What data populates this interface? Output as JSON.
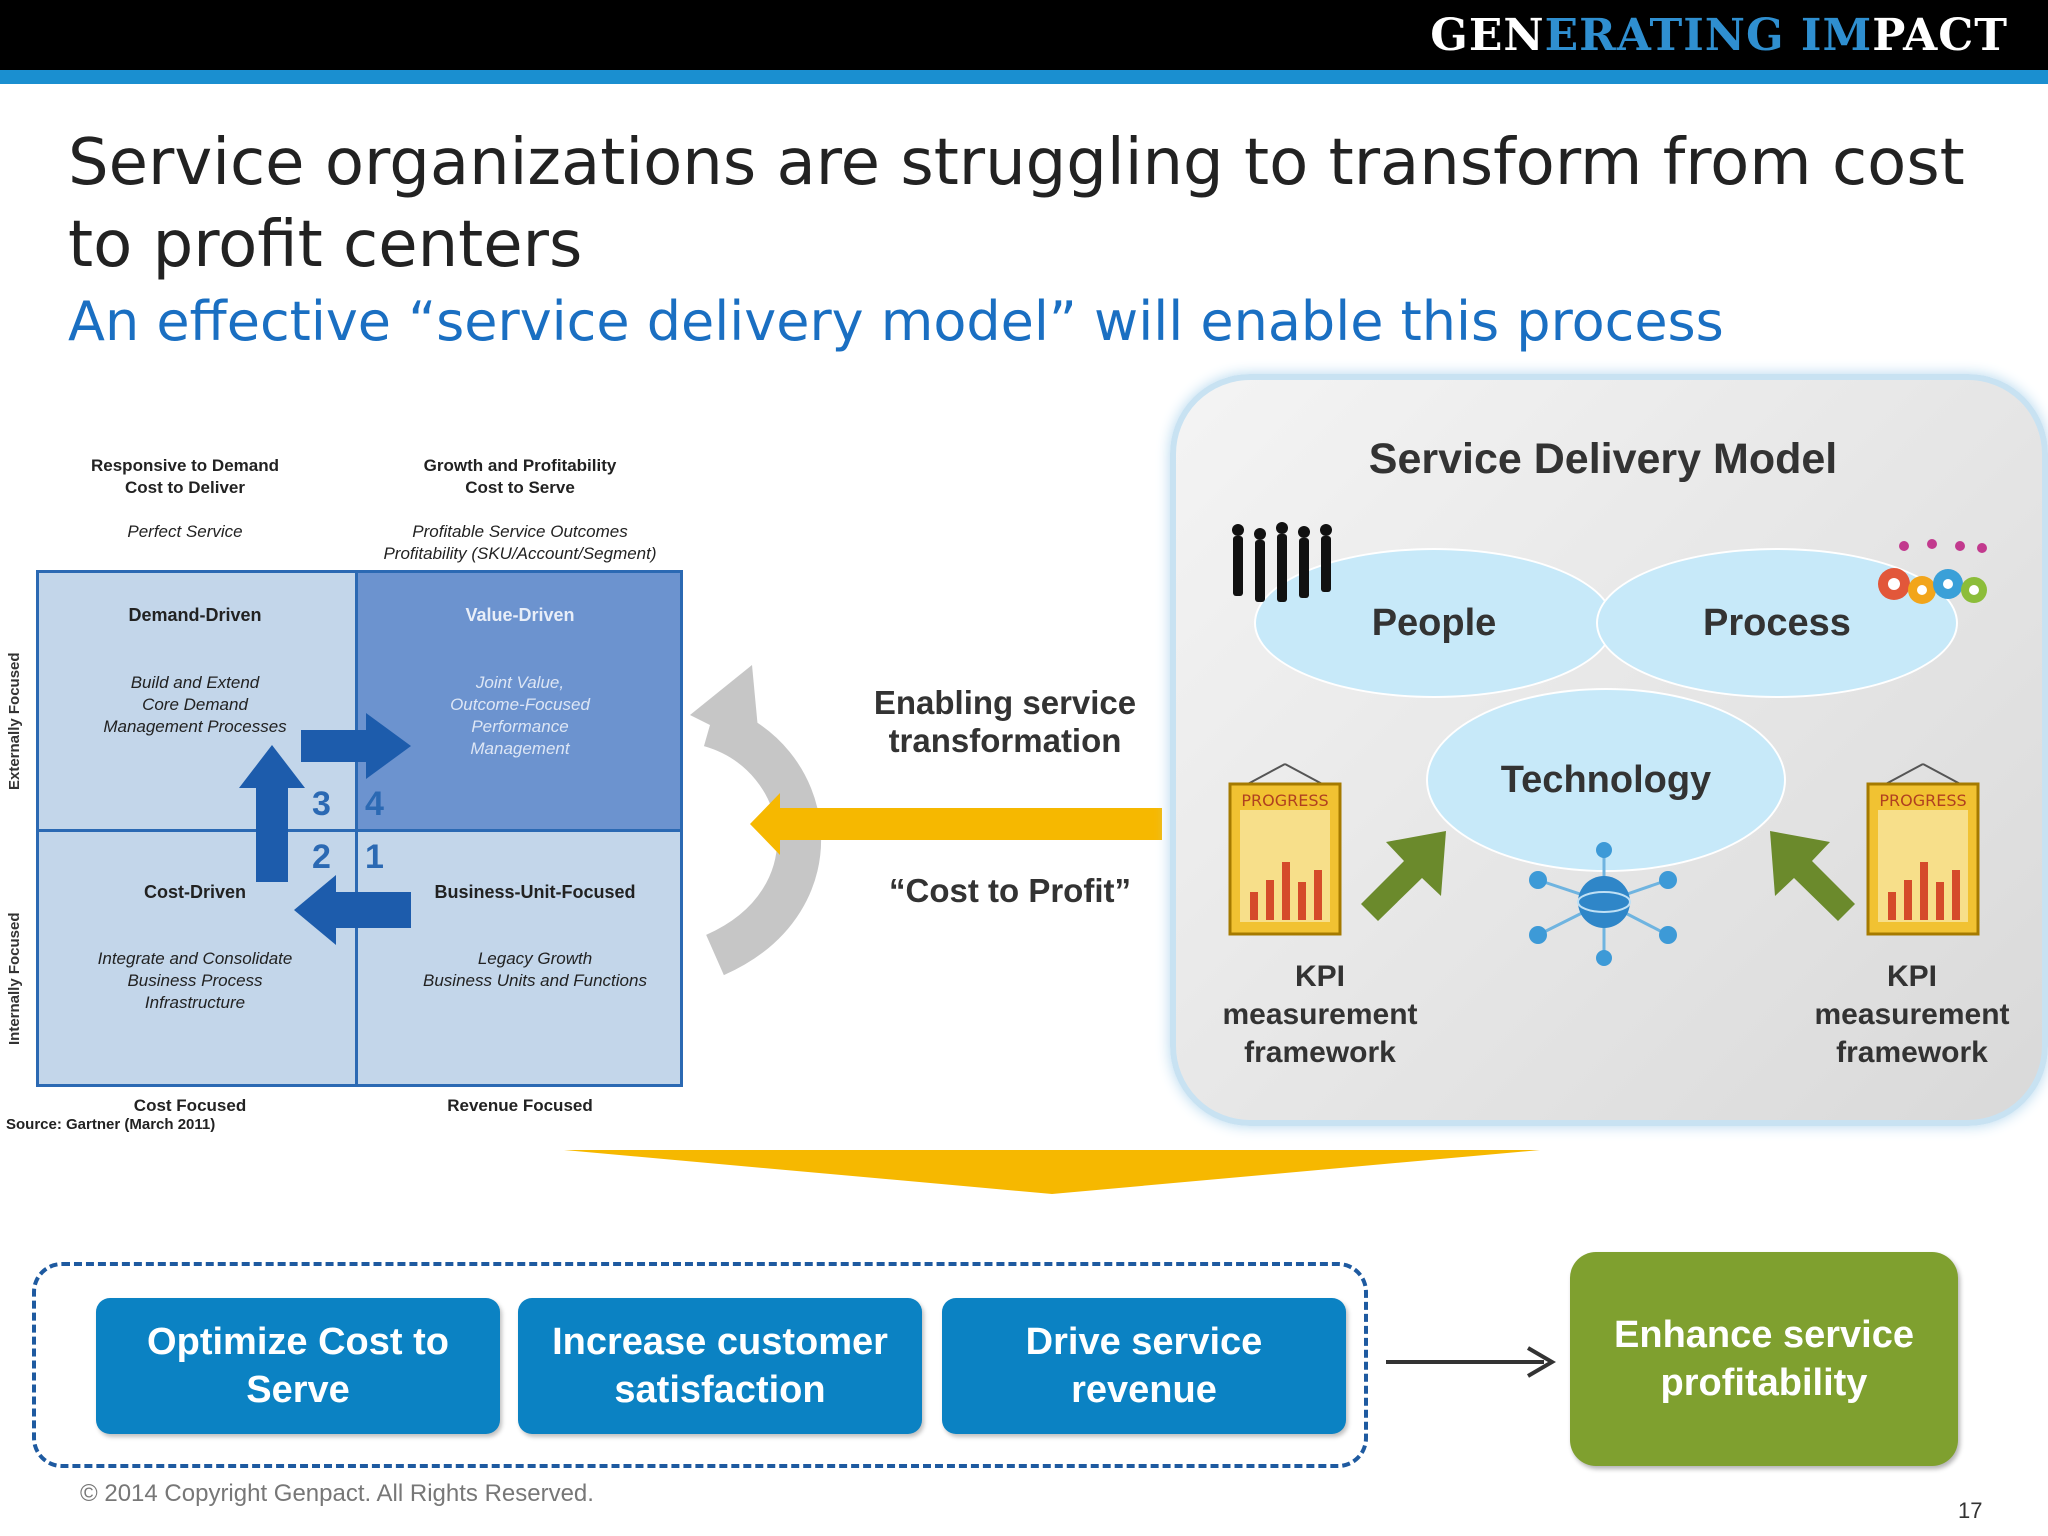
{
  "header": {
    "brand_part1": "GEN",
    "brand_part2": "ERATING IM",
    "brand_part3": "PACT"
  },
  "title": "Service organizations are struggling to transform from cost to profit centers",
  "subtitle": "An effective “service delivery model” will enable this process",
  "matrix": {
    "top_left_head": [
      "Responsive to Demand",
      "Cost to Deliver"
    ],
    "top_left_sub": "Perfect Service",
    "top_right_head": [
      "Growth and Profitability",
      "Cost to Serve"
    ],
    "top_right_sub": [
      "Profitable Service Outcomes",
      "Profitability (SKU/Account/Segment)"
    ],
    "y_label_top": "Externally Focused",
    "y_label_bottom": "Internally Focused",
    "quadrants": {
      "demand_driven": {
        "title": "Demand-Driven",
        "body": [
          "Build and Extend",
          "Core Demand",
          "Management Processes"
        ]
      },
      "value_driven": {
        "title": "Value-Driven",
        "body": [
          "Joint Value,",
          "Outcome-Focused",
          "Performance",
          "Management"
        ]
      },
      "cost_driven": {
        "title": "Cost-Driven",
        "body": [
          "Integrate and Consolidate",
          "Business Process",
          "Infrastructure"
        ]
      },
      "business_unit": {
        "title": "Business-Unit-Focused",
        "body": [
          "Legacy Growth",
          "Business Units and Functions"
        ]
      }
    },
    "numbers": [
      "3",
      "4",
      "2",
      "1"
    ],
    "x_label_left": "Cost Focused",
    "x_label_right": "Revenue Focused",
    "source": "Source: Gartner (March 2011)"
  },
  "center": {
    "enabling": [
      "Enabling service",
      "transformation"
    ],
    "cost_to_profit": "“Cost to Profit”"
  },
  "sdm": {
    "title": "Service Delivery Model",
    "people": "People",
    "process": "Process",
    "technology": "Technology",
    "kpi_left": [
      "KPI",
      "measurement",
      "framework"
    ],
    "kpi_right": [
      "KPI",
      "measurement",
      "framework"
    ],
    "poster_text": "PROGRESS"
  },
  "bottom": {
    "box1": [
      "Optimize Cost to",
      "Serve"
    ],
    "box2": [
      "Increase customer",
      "satisfaction"
    ],
    "box3": [
      "Drive service",
      "revenue"
    ],
    "result": [
      "Enhance service",
      "profitability"
    ]
  },
  "footer": {
    "copyright": "© 2014 Copyright Genpact. All Rights Reserved.",
    "page": "17"
  },
  "colors": {
    "accent_blue": "#1a8fd0",
    "box_blue": "#0b82c3",
    "green": "#7fa02f",
    "yellow": "#f6b800",
    "matrix_blue": "#2b69b3"
  }
}
